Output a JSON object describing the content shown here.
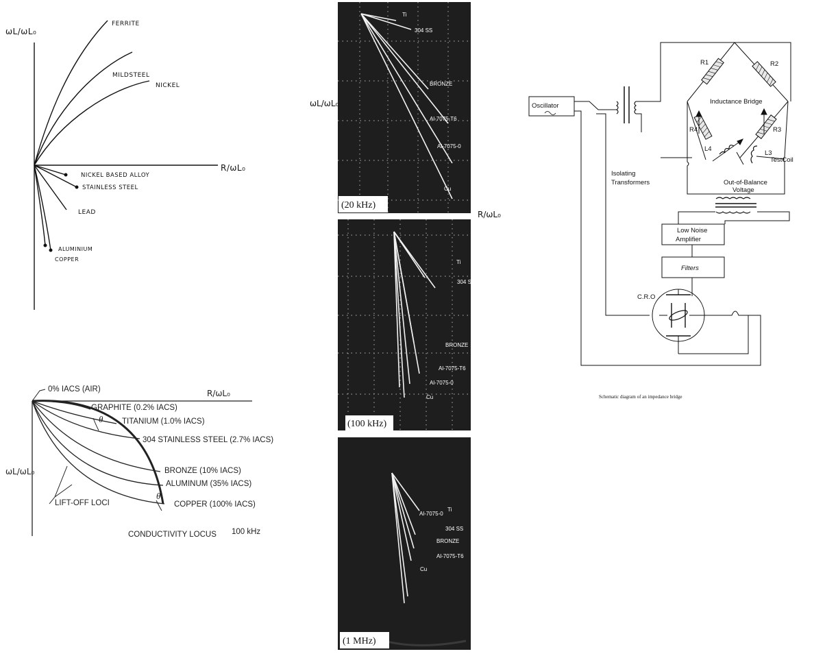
{
  "sketch1": {
    "y_axis_label": "ωL/ωL₀",
    "x_axis_label": "R/ωL₀",
    "curves": [
      {
        "label": "FERRITE"
      },
      {
        "label": "MILDSTEEL"
      },
      {
        "label": "NICKEL"
      },
      {
        "label": "NICKEL BASED ALLOY"
      },
      {
        "label": "STAINLESS STEEL"
      },
      {
        "label": "LEAD"
      },
      {
        "label": "ALUMINIUM"
      },
      {
        "label": "COPPER"
      }
    ]
  },
  "sketch2": {
    "air_label": "0% IACS (AIR)",
    "x_axis_label": "R/ωL₀",
    "y_axis_label": "ωL/ωL₀",
    "materials": [
      {
        "label": "GRAPHITE (0.2% IACS)"
      },
      {
        "label": "TITANIUM (1.0% IACS)"
      },
      {
        "label": "304 STAINLESS STEEL (2.7% IACS)"
      },
      {
        "label": "BRONZE (10% IACS)"
      },
      {
        "label": "ALUMINUM (35% IACS)"
      },
      {
        "label": "COPPER (100% IACS)"
      }
    ],
    "liftoff_label": "LIFT-OFF LOCI",
    "theta": "θ",
    "conductivity_label": "CONDUCTIVITY LOCUS",
    "frequency_label": "100 kHz"
  },
  "scope": {
    "y_axis_label": "ωL/ωL₀",
    "x_axis_label": "R/ωL₀",
    "panels": [
      {
        "frequency": "(20 kHz)",
        "labels": [
          "Ti",
          "304 SS",
          "BRONZE",
          "Al-7075-T6",
          "Al-7075-0",
          "Cu"
        ]
      },
      {
        "frequency": "(100 kHz)",
        "labels": [
          "Ti",
          "304 S",
          "BRONZE",
          "Al-7075-T6",
          "Al-7075-0",
          "Cu"
        ]
      },
      {
        "frequency": "(1 MHz)",
        "labels": [
          "Al-7075-0",
          "Ti",
          "304 SS",
          "BRONZE",
          "Al-7075-T6",
          "Cu"
        ]
      }
    ]
  },
  "schematic": {
    "oscillator": "Oscillator",
    "r1": "R1",
    "r2": "R2",
    "r3": "R3",
    "r4": "R4",
    "l3": "L3",
    "l4": "L4",
    "bridge_title": "Inductance Bridge",
    "test_coil": "TestCoil",
    "transformers_line1": "Isolating",
    "transformers_line2": "Transformers",
    "oob_line1": "Out-of-Balance",
    "oob_line2": "Voltage",
    "amp_line1": "Low Noise",
    "amp_line2": "Amplifier",
    "filters": "Filters",
    "cro": "C.R.O",
    "caption": "Schematic diagram of an impedance bridge"
  }
}
